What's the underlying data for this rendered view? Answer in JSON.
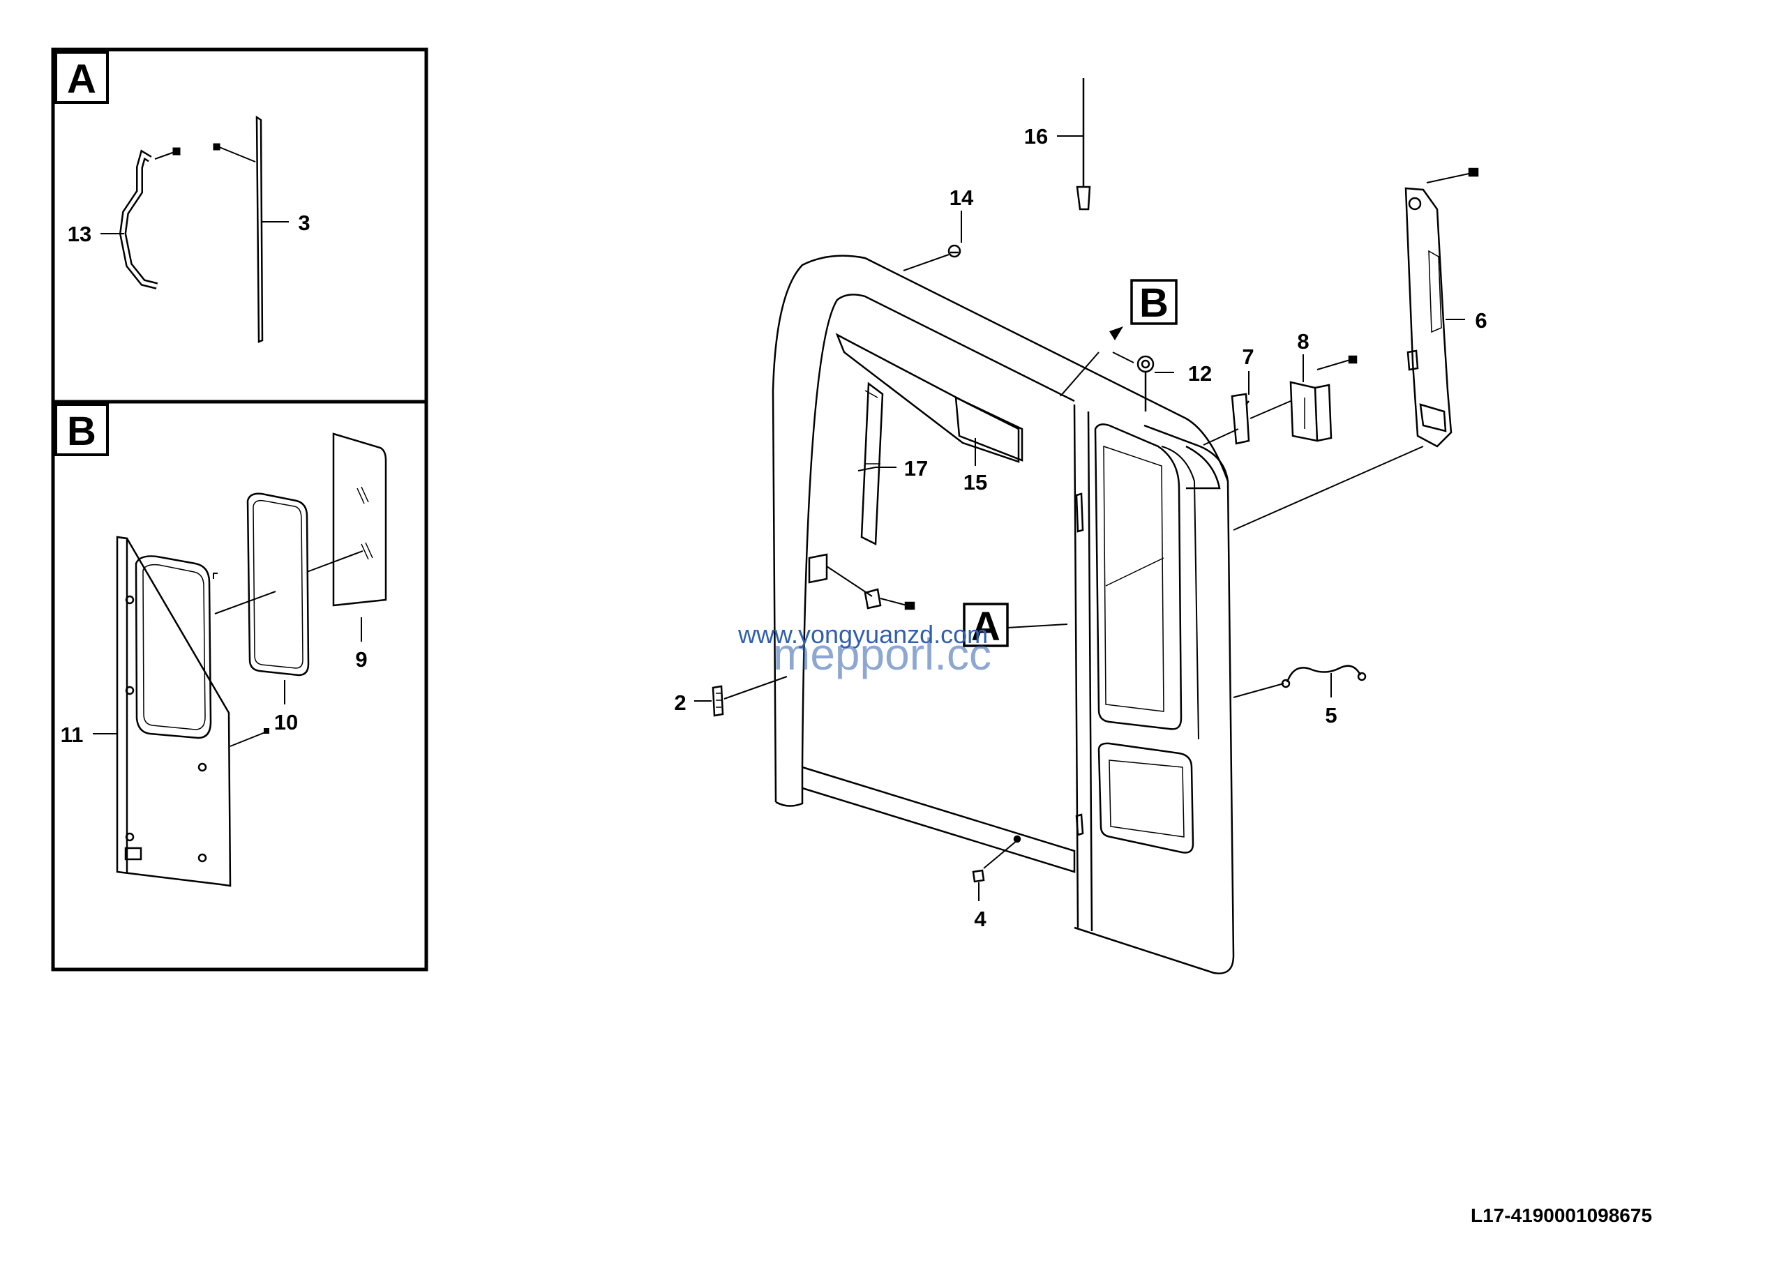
{
  "panels": {
    "a": {
      "label": "A",
      "callouts": [
        "13",
        "3"
      ]
    },
    "b": {
      "label": "B",
      "callouts": [
        "9",
        "10",
        "11"
      ]
    }
  },
  "main": {
    "detail_refs": {
      "a": "A",
      "b": "B"
    },
    "callouts": [
      "2",
      "4",
      "5",
      "6",
      "7",
      "8",
      "12",
      "14",
      "15",
      "16",
      "17"
    ]
  },
  "watermark": {
    "url": "www.yongyuanzd.com",
    "brand": "mepporl.cc"
  },
  "drawing_code": "L17-4190001098675",
  "colors": {
    "line": "#000000",
    "watermark": "#2f5fae",
    "background": "#ffffff"
  }
}
